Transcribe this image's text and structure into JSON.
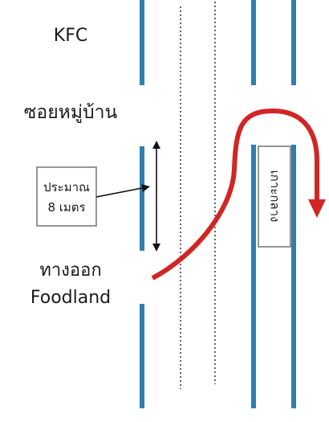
{
  "labels": {
    "kfc": "KFC",
    "soi": "ซอยหมู่บ้าน",
    "exit_line1": "ทางออก",
    "exit_line2": "Foodland",
    "distance_line1": "ประมาณ",
    "distance_line2": "8 เมตร",
    "median": "เกาะกลาง"
  },
  "colors": {
    "lane_blue": "#2f7fae",
    "route_red": "#d22525",
    "outline": "#8a8a8a",
    "text": "#1a1a1a"
  }
}
